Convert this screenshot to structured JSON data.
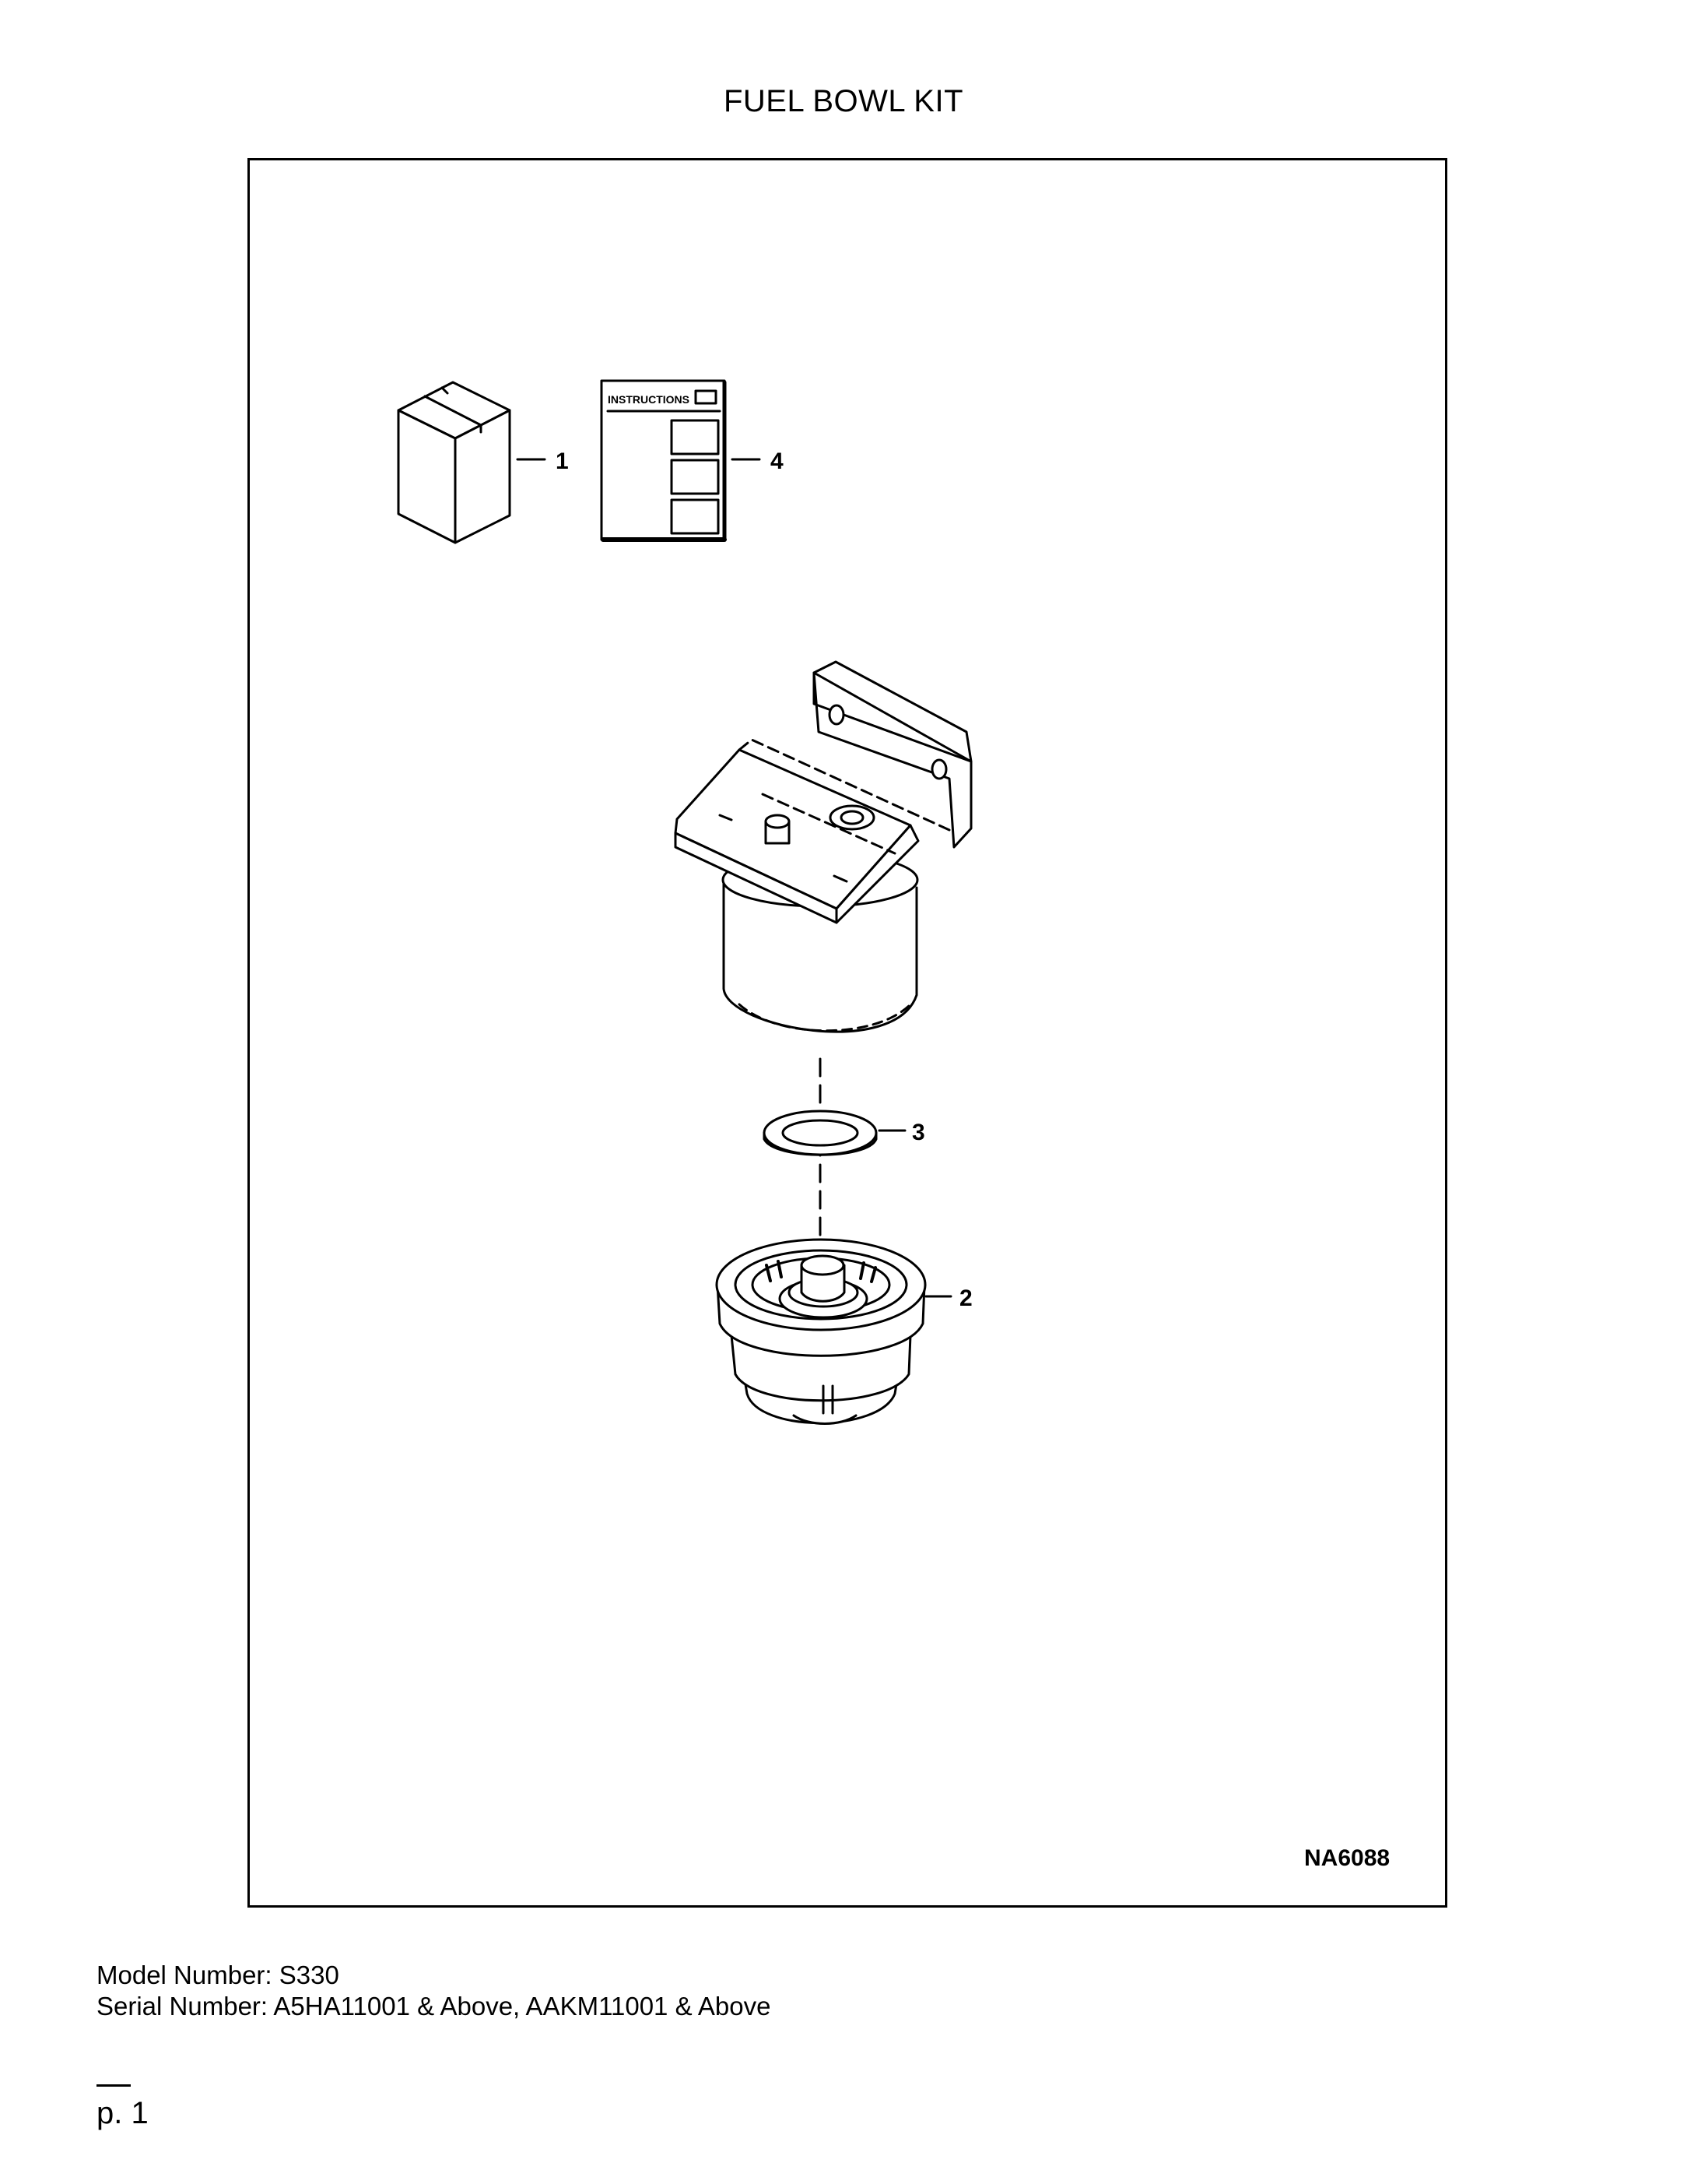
{
  "document": {
    "title": "FUEL BOWL KIT",
    "drawing_id": "NA6088"
  },
  "diagram": {
    "callouts": [
      {
        "id": "1",
        "label": "1"
      },
      {
        "id": "4",
        "label": "4"
      },
      {
        "id": "3",
        "label": "3"
      },
      {
        "id": "2",
        "label": "2"
      }
    ],
    "instruction_sheet_label": "INSTRUCTIONS"
  },
  "footer": {
    "model": "Model Number: S330",
    "serial": "Serial Number: A5HA11001 & Above, AAKM11001 & Above",
    "page": "p. 1"
  }
}
